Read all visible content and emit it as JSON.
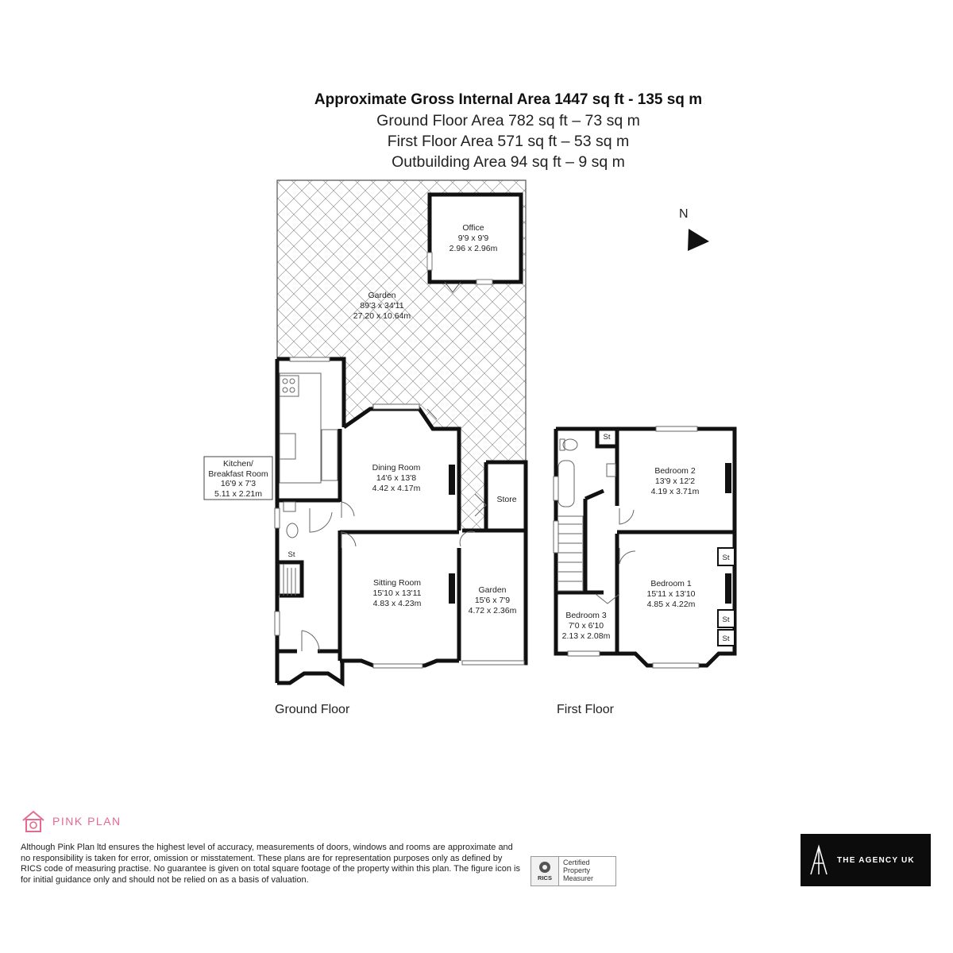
{
  "header": {
    "title": "Approximate Gross Internal Area 1447 sq ft - 135 sq m",
    "lines": [
      "Ground Floor Area 782 sq ft – 73 sq m",
      "First Floor Area 571 sq ft – 53 sq m",
      "Outbuilding Area 94 sq ft – 9 sq m"
    ]
  },
  "compass": {
    "label": "N"
  },
  "rooms": {
    "office": {
      "name": "Office",
      "imperial": "9'9 x 9'9",
      "metric": "2.96 x 2.96m"
    },
    "garden_main": {
      "name": "Garden",
      "imperial": "89'3 x 34'11",
      "metric": "27.20 x 10.64m"
    },
    "kitchen": {
      "name_line1": "Kitchen/",
      "name_line2": "Breakfast Room",
      "imperial": "16'9 x 7'3",
      "metric": "5.11 x 2.21m"
    },
    "dining": {
      "name": "Dining Room",
      "imperial": "14'6 x 13'8",
      "metric": "4.42 x 4.17m"
    },
    "store": {
      "name": "Store"
    },
    "sitting": {
      "name": "Sitting Room",
      "imperial": "15'10 x 13'11",
      "metric": "4.83 x 4.23m"
    },
    "garden_side": {
      "name": "Garden",
      "imperial": "15'6 x 7'9",
      "metric": "4.72 x 2.36m"
    },
    "bedroom2": {
      "name": "Bedroom 2",
      "imperial": "13'9 x 12'2",
      "metric": "4.19 x 3.71m"
    },
    "bedroom1": {
      "name": "Bedroom 1",
      "imperial": "15'11 x 13'10",
      "metric": "4.85 x 4.22m"
    },
    "bedroom3": {
      "name": "Bedroom 3",
      "imperial": "7'0 x 6'10",
      "metric": "2.13 x 2.08m"
    }
  },
  "storage_label": "St",
  "floors": {
    "ground": "Ground Floor",
    "first": "First Floor"
  },
  "footer": {
    "brand": "PINK PLAN",
    "disclaimer": "Although Pink Plan ltd ensures the highest level of accuracy, measurements of doors, windows and rooms are approximate and no responsibility is taken for error, omission or misstatement. These plans are for representation purposes only as defined by RICS code of measuring practise. No guarantee is given on total square footage of the property within this plan. The figure icon is for initial guidance only and should not be relied on as a basis of valuation.",
    "rics_mark": "RICS",
    "certification": [
      "Certified",
      "Property",
      "Measurer"
    ],
    "agency": "THE AGENCY UK"
  },
  "colors": {
    "brand_pink": "#e56a8f",
    "wall": "#111111",
    "agency_bg": "#0c0c0c"
  }
}
